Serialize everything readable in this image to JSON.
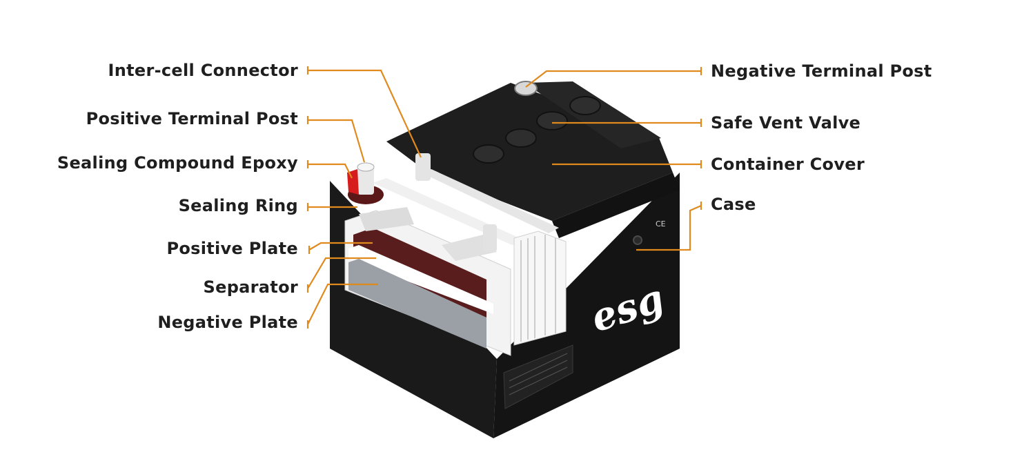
{
  "labels": {
    "left": [
      "Inter-cell Connector",
      "Positive Terminal Post",
      "Sealing Compound Epoxy",
      "Sealing Ring",
      "Positive Plate",
      "Separator",
      "Negative Plate"
    ],
    "right": [
      "Negative Terminal Post",
      "Safe Vent Valve",
      "Container Cover",
      "Case"
    ]
  },
  "brand": "esg",
  "colors": {
    "leader_line": "#e08a1e",
    "battery_body": "#151515",
    "battery_top": "#1d1d1d",
    "plates": "#f2f2f2",
    "label_text": "#1f1f1f"
  }
}
